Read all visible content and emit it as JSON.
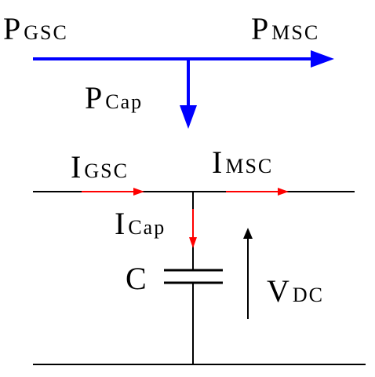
{
  "power_flow": {
    "p_gsc": {
      "symbol": "P",
      "subscript": "GSC"
    },
    "p_msc": {
      "symbol": "P",
      "subscript": "MSC"
    },
    "p_cap": {
      "symbol": "P",
      "subscript": "Cap"
    }
  },
  "circuit": {
    "i_gsc": {
      "symbol": "I",
      "subscript": "GSC"
    },
    "i_msc": {
      "symbol": "I",
      "subscript": "MSC"
    },
    "i_cap": {
      "symbol": "I",
      "subscript": "Cap"
    },
    "capacitor": {
      "label": "C"
    },
    "v_dc": {
      "symbol": "V",
      "subscript": "DC"
    }
  },
  "colors": {
    "power_arrow": "#0000ff",
    "current_arrow": "#ff0000",
    "wire": "#000000",
    "text": "#000000"
  }
}
